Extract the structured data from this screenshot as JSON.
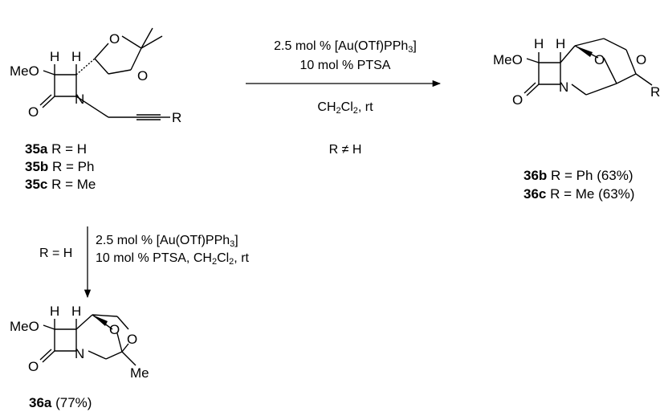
{
  "atoms": {
    "meo": "MeO",
    "h": "H",
    "o": "O",
    "n": "N",
    "r": "R",
    "me": "Me"
  },
  "top_arrow": {
    "line1_pre": "2.5 mol % [Au(OTf)PPh",
    "line1_sub": "3",
    "line1_post": "]",
    "line2": "10 mol % PTSA",
    "line3_pre": "CH",
    "line3_sub1": "2",
    "line3_mid": "Cl",
    "line3_sub2": "2",
    "line3_post": ", rt",
    "note": "R ≠ H"
  },
  "down_arrow": {
    "condition": "R = H",
    "line1_pre": "2.5 mol % [Au(OTf)PPh",
    "line1_sub": "3",
    "line1_post": "]",
    "line2_pre": "10 mol % PTSA, CH",
    "line2_sub1": "2",
    "line2_mid": "Cl",
    "line2_sub2": "2",
    "line2_post": ", rt"
  },
  "start_labels": [
    {
      "id": "35a",
      "rest": " R = H"
    },
    {
      "id": "35b",
      "rest": " R = Ph"
    },
    {
      "id": "35c",
      "rest": " R = Me"
    }
  ],
  "product_labels_right": [
    {
      "id": "36b",
      "rest": " R = Ph (63%)"
    },
    {
      "id": "36c",
      "rest": " R = Me (63%)"
    }
  ],
  "product_label_bottom": {
    "id": "36a",
    "rest": " (77%)"
  }
}
